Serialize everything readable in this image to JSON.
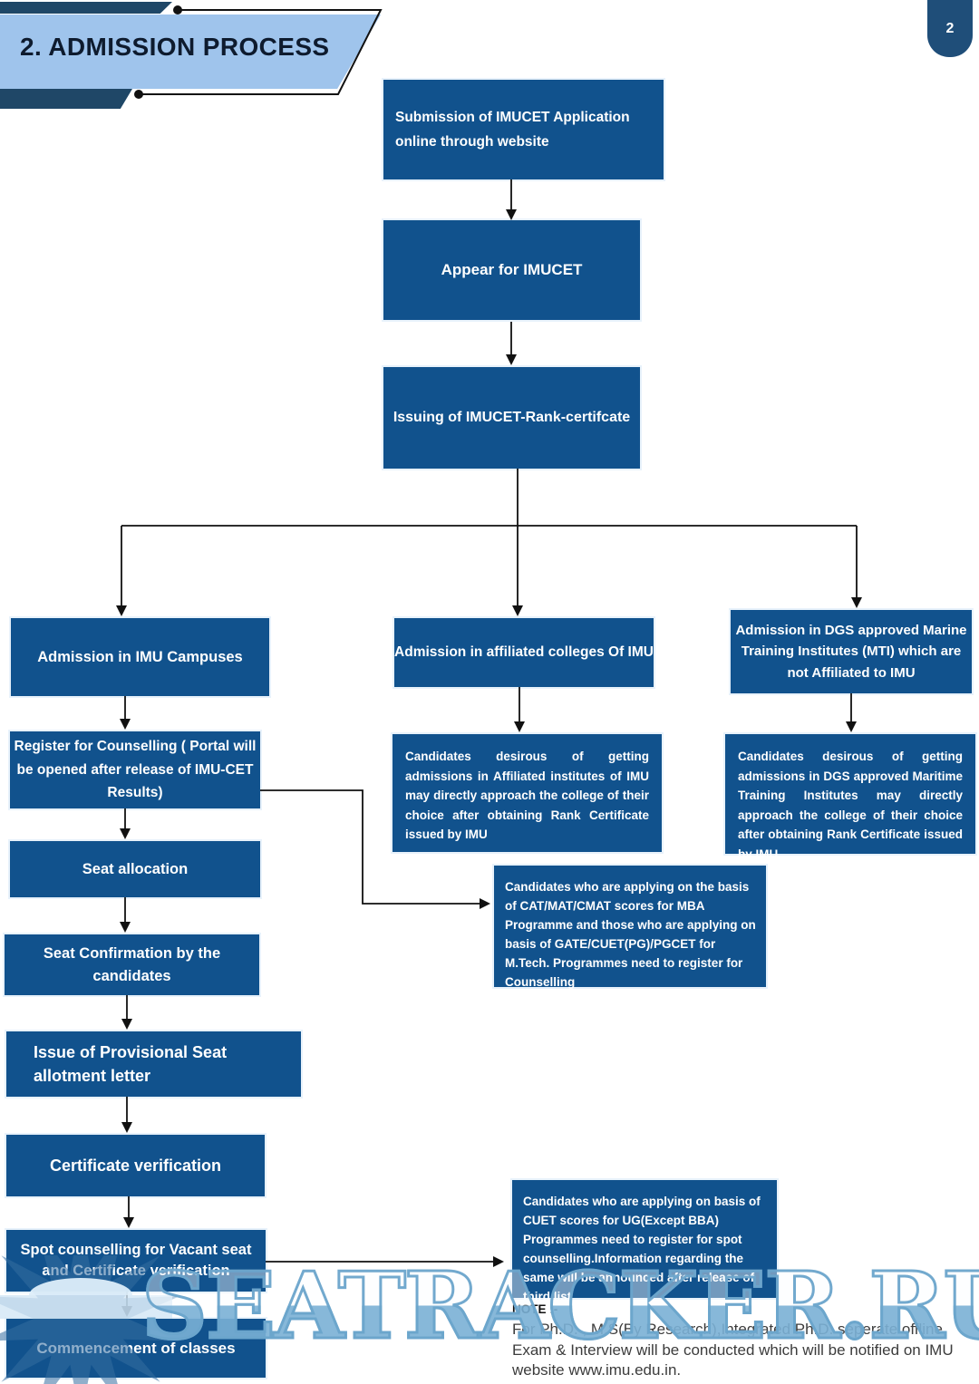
{
  "page": {
    "number": "2"
  },
  "header": {
    "title": "2. ADMISSION PROCESS"
  },
  "flow": {
    "submission": "Submission of IMUCET Application online through website",
    "appear": "Appear for IMUCET",
    "issuing": "Issuing of IMUCET-Rank-certifcate",
    "imu_campuses": "Admission in IMU Campuses",
    "affiliated": "Admission in affiliated colleges Of IMU",
    "dgs": "Admission in DGS approved Marine Training Institutes (MTI) which are not Affiliated to IMU",
    "register": "Register for Counselling ( Portal will be opened after release of IMU-CET Results)",
    "seat_allocation": "Seat allocation",
    "seat_confirmation": "Seat Confirmation by the candidates",
    "provisional": "Issue of Provisional Seat allotment letter",
    "certificate": "Certificate verification",
    "spot": "Spot counselling for Vacant seat and Certificate verification",
    "commencement": "Commencement of classes",
    "affiliated_note": "Candidates desirous of getting admissions in Affiliated institutes of IMU may directly approach the college of their choice after obtaining Rank Certificate issued by IMU",
    "dgs_note": "Candidates desirous of getting admissions in DGS approved Maritime Training Institutes may directly approach the college of their choice after obtaining Rank Certificate issued by IMU",
    "cat_note": "Candidates who are applying on the basis of CAT/MAT/CMAT scores for MBA Programme and those who are applying on basis of GATE/CUET(PG)/PGCET for M.Tech. Programmes need to register for Counselling",
    "cuet_note": "Candidates who are applying on basis of CUET scores for UG(Except BBA) Programmes need to register for spot counselling.Information regarding the same will be announced after release of third list"
  },
  "note": {
    "label": "NOTE :-",
    "text": "For Ph.D. , M.S(By Research),Integrated Ph.D. seperate offline Exam & Interview will be conducted which will be notified on IMU website www.imu.edu.in."
  },
  "watermark": {
    "text": "SEATRACKER.RU"
  },
  "colors": {
    "box_blue": "#11528D",
    "banner_blue": "#9FC4EC",
    "navy": "#1F4767",
    "page_tab_blue": "#1F4E79",
    "watermark_blue": "#6FA9CF",
    "line_black": "#111111"
  }
}
